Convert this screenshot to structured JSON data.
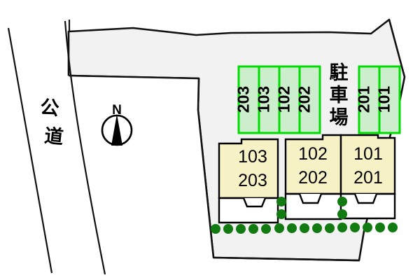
{
  "plan": {
    "title": "Apartment site layout plan",
    "colors": {
      "site_fill": "#f2f2f2",
      "site_outline": "#111111",
      "parking_fill": "#cdeecd",
      "parking_stroke": "#00dd00",
      "building_fill": "#f7f1c6",
      "building_stroke": "#000000",
      "porch_fill": "#ffffff",
      "shrub": "#117a11",
      "road_line": "#000000",
      "text": "#000000"
    }
  },
  "road": {
    "label": "公道",
    "label_chars": [
      "公",
      "道"
    ]
  },
  "compass": {
    "north_label": "N",
    "icon": "compass-north-icon"
  },
  "parking": {
    "area_label": "駐車場",
    "area_label_chars": [
      "駐",
      "車",
      "場"
    ],
    "left_group": {
      "stalls": [
        {
          "label": "203"
        },
        {
          "label": "103"
        },
        {
          "label": "102"
        },
        {
          "label": "202"
        }
      ]
    },
    "right_group": {
      "stalls": [
        {
          "label": "201"
        },
        {
          "label": "101"
        }
      ]
    }
  },
  "building": {
    "units": [
      {
        "upper": "103",
        "lower": "203"
      },
      {
        "upper": "102",
        "lower": "202"
      },
      {
        "upper": "101",
        "lower": "201"
      }
    ]
  },
  "landscaping": {
    "shrub_icon": "shrub-dot-icon",
    "bottom_row_count": 15,
    "divider_column_count": 2
  }
}
